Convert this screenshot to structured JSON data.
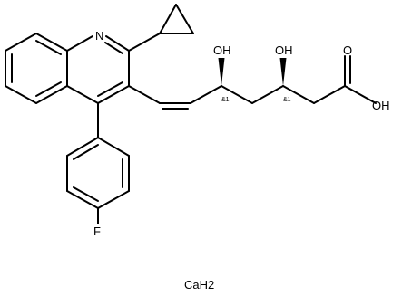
{
  "atoms": {
    "nitrogen": "N",
    "hydroxyl_5": "OH",
    "hydroxyl_3": "OH",
    "carbonyl_oxygen": "O",
    "acid_hydroxyl": "OH",
    "fluorine": "F"
  },
  "stereo_labels": {
    "c5": "&1",
    "c3": "&1"
  },
  "salt": "CaH2",
  "colors": {
    "ink": "#000000",
    "background": "#ffffff"
  }
}
